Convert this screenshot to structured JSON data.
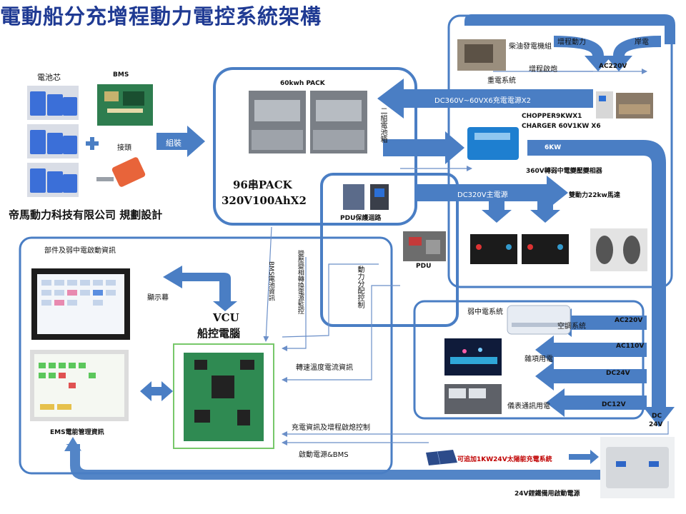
{
  "title": "電動船分充增程動力電控系統架構",
  "company": "帝馬動力科技有限公司 規劃設計",
  "labels": {
    "cell": "電池芯",
    "bms_board": "BMS",
    "connector": "接頭",
    "assemble": "組裝",
    "pack_img": "60kwh PACK",
    "pack_title_line1": "96串PACK",
    "pack_title_line2": "320V100AhX2",
    "two_boxes": "二組電池箱",
    "pdu_protect": "PDU保護迴路",
    "pdu": "PDU",
    "dc320": "DC320V主電源",
    "motor": "雙動力22kw馬達",
    "diesel": "柴油發電機組",
    "range_ext": "增程動力",
    "shore": "岸電",
    "ac220_top": "AC220V",
    "range_start": "增程啟炮",
    "heavy": "重電系統",
    "charge_source": "DC360V~60VX6充電電源X2",
    "chopper": "CHOPPER9KWX1",
    "charger": "CHARGER 60V1KW X6",
    "six_kw": "6KW",
    "transformer": "360V轉弱中電變壓變相器",
    "weak_system": "弱中電系統",
    "ac220_aircon": "AC220V",
    "aircon": "空調系統",
    "ac110": "AC110V",
    "misc": "雜項用電",
    "dc24": "DC24V",
    "dc12": "DC12V",
    "instrument": "儀表通訊用電",
    "dc24v_side_1": "DC",
    "dc24v_side_2": "24V",
    "solar": "可追加1KW24V太陽能充電系統",
    "backup": "24V鋰鐵備用啟動電源",
    "component_info": "部件及弱中電啟動資訊",
    "display": "顯示幕",
    "vcu_1": "VCU",
    "vcu_2": "船控電腦",
    "ems": "EMS電能管理資訊",
    "bms_info": "BMS電池資訊",
    "inverter_monitor": "變壓變相轉換電源監控",
    "power_dist": "動力分配控制",
    "speed_temp": "轉速溫度電流資訊",
    "charge_info": "充電資訊及增程啟熄控制",
    "start_power": "啟動電源&BMS"
  },
  "colors": {
    "arrow": "#4a7ec4",
    "outline": "#4a7ec4",
    "thin": "#6b8fc8",
    "title": "#1f3a93",
    "solar_red": "#c00000"
  }
}
